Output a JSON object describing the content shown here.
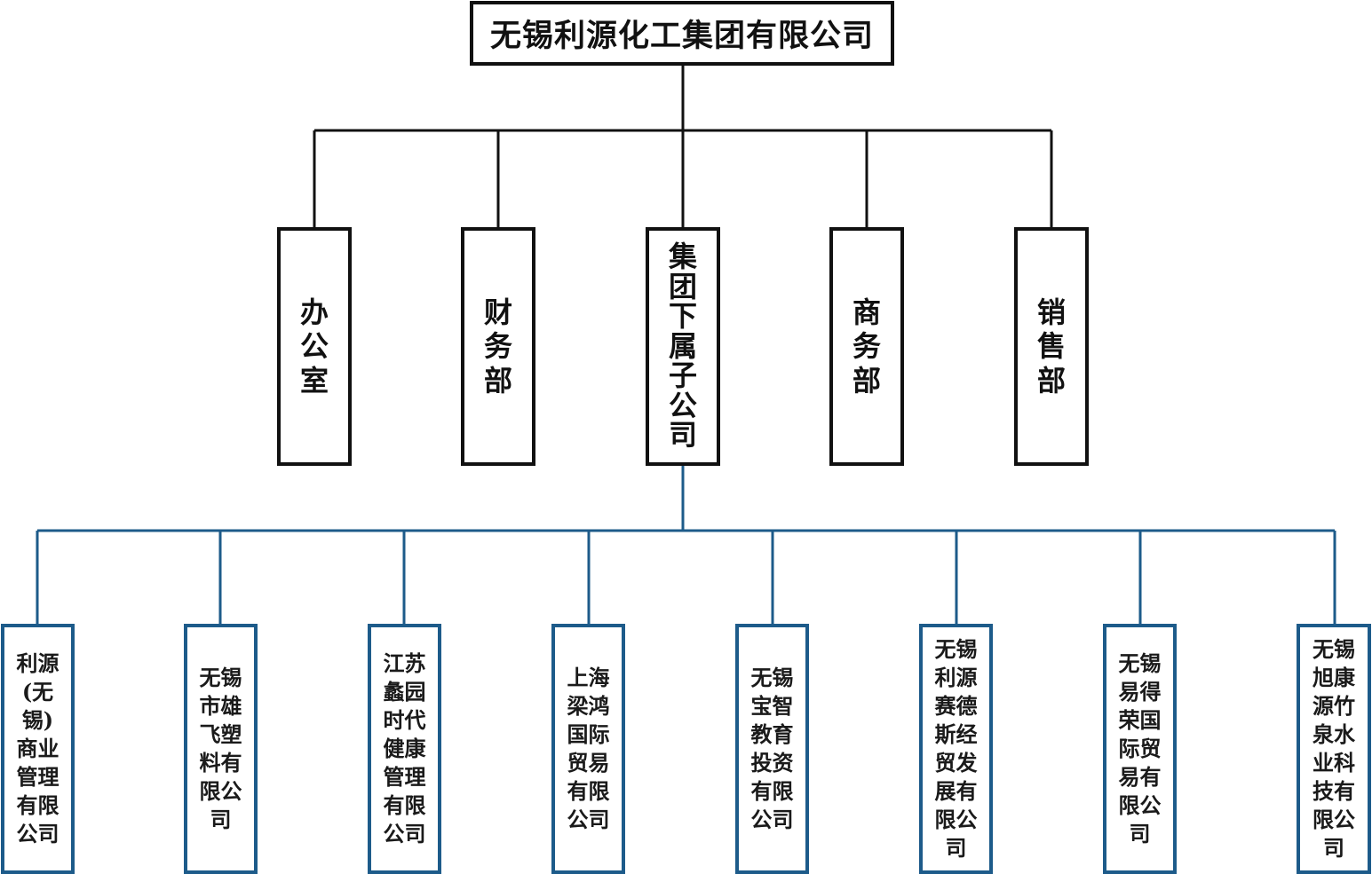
{
  "org": {
    "root": "无锡利源化工集团有限公司",
    "departments": [
      "办公室",
      "财务部",
      "集团下属子公司",
      "商务部",
      "销售部"
    ],
    "subsidiaries": [
      "利源(无锡)商业管理有限公司",
      "无锡市雄飞塑料有限公司",
      "江苏蠡园时代健康管理有限公司",
      "上海梁鸿国际贸易有限公司",
      "无锡宝智教育投资有限公司",
      "无锡利源赛德斯经贸发展有限公司",
      "无锡易得荣国际贸易有限公司",
      "无锡旭康源竹泉水业科技有限公司"
    ]
  },
  "colors": {
    "top_border": "#111111",
    "bottom_border": "#1d5b8a",
    "top_lines": "#111111",
    "bottom_lines": "#1d5b8a"
  }
}
